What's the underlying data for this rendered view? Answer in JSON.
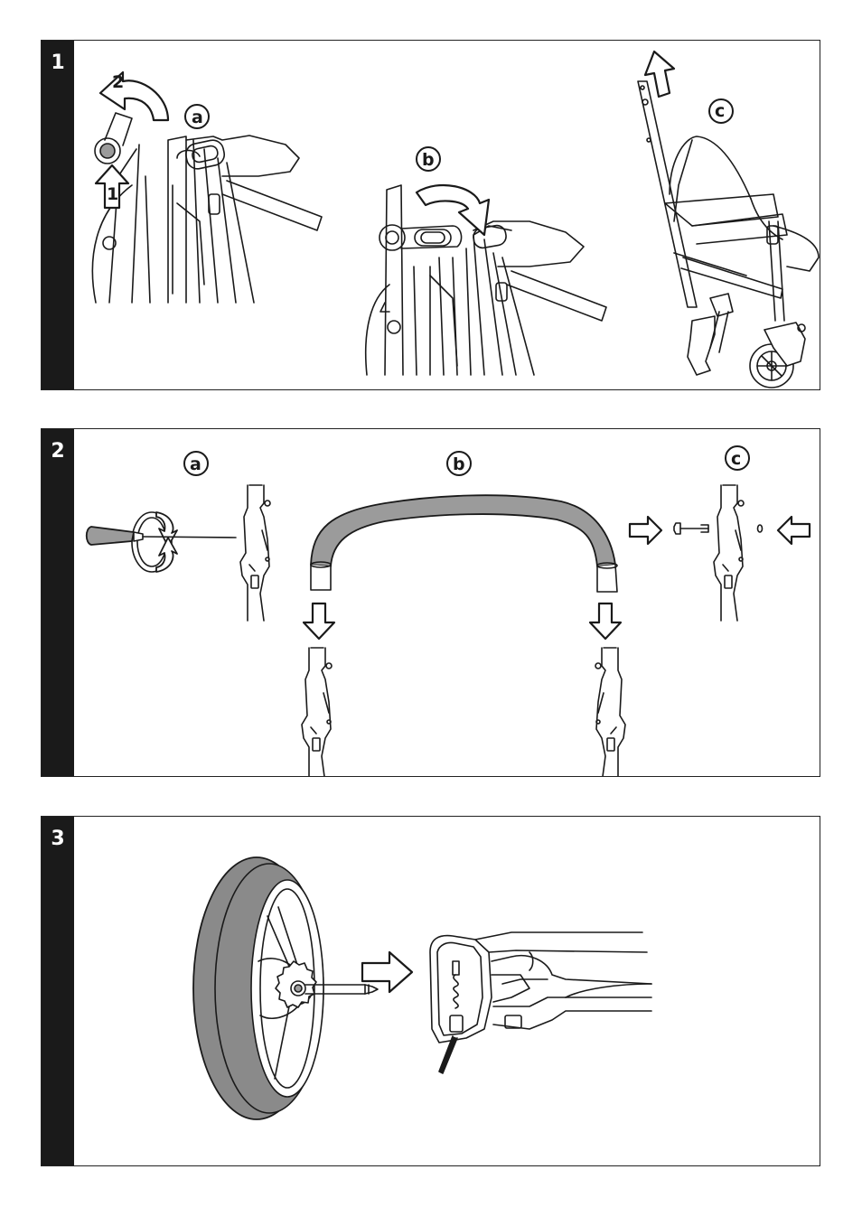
{
  "steps": [
    {
      "number": "1",
      "labels": {
        "a": "a",
        "b": "b",
        "c": "c",
        "arrow1": "1",
        "arrow2": "2"
      }
    },
    {
      "number": "2",
      "labels": {
        "a": "a",
        "b": "b",
        "c": "c"
      }
    },
    {
      "number": "3"
    }
  ],
  "colors": {
    "ink": "#1a1a1a",
    "tab": "#1a1a1a",
    "fill_grey": "#9b9b9b",
    "tyre_grey": "#8a8a8a"
  }
}
